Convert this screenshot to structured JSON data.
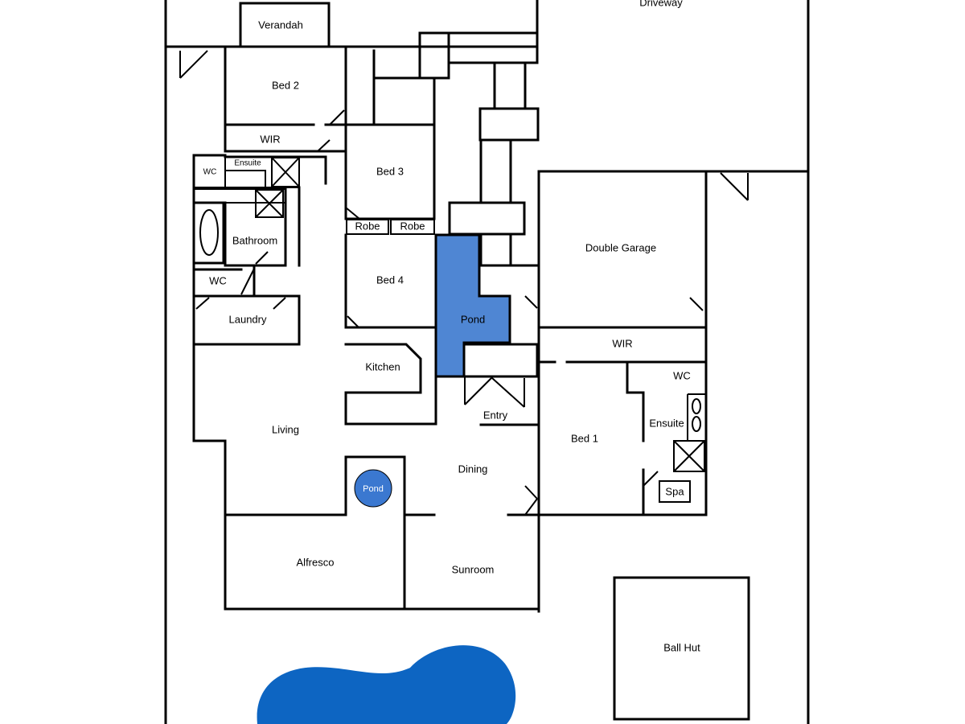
{
  "colors": {
    "wall": "#000000",
    "background": "#ffffff",
    "pond_fill": "#4f86d3",
    "pond_round_fill": "#3b78d0",
    "pool_fill": "#0d65c2",
    "pond_label": "#ffffff"
  },
  "labels": {
    "driveway": "Driveway",
    "verandah": "Verandah",
    "bed2": "Bed 2",
    "wir_left": "WIR",
    "wc_small": "WC",
    "ensuite_small": "Ensuite",
    "bed3": "Bed 3",
    "bathroom": "Bathroom",
    "robe1": "Robe",
    "robe2": "Robe",
    "wc_left": "WC",
    "bed4": "Bed 4",
    "pond_indoor": "Pond",
    "double_garage": "Double Garage",
    "laundry": "Laundry",
    "kitchen": "Kitchen",
    "wir_right": "WIR",
    "wc_right": "WC",
    "entry": "Entry",
    "ensuite_right": "Ensuite",
    "living": "Living",
    "bed1": "Bed 1",
    "dining": "Dining",
    "pond_outdoor": "Pond",
    "spa": "Spa",
    "alfresco": "Alfresco",
    "sunroom": "Sunroom",
    "ball_hut": "Ball Hut"
  }
}
